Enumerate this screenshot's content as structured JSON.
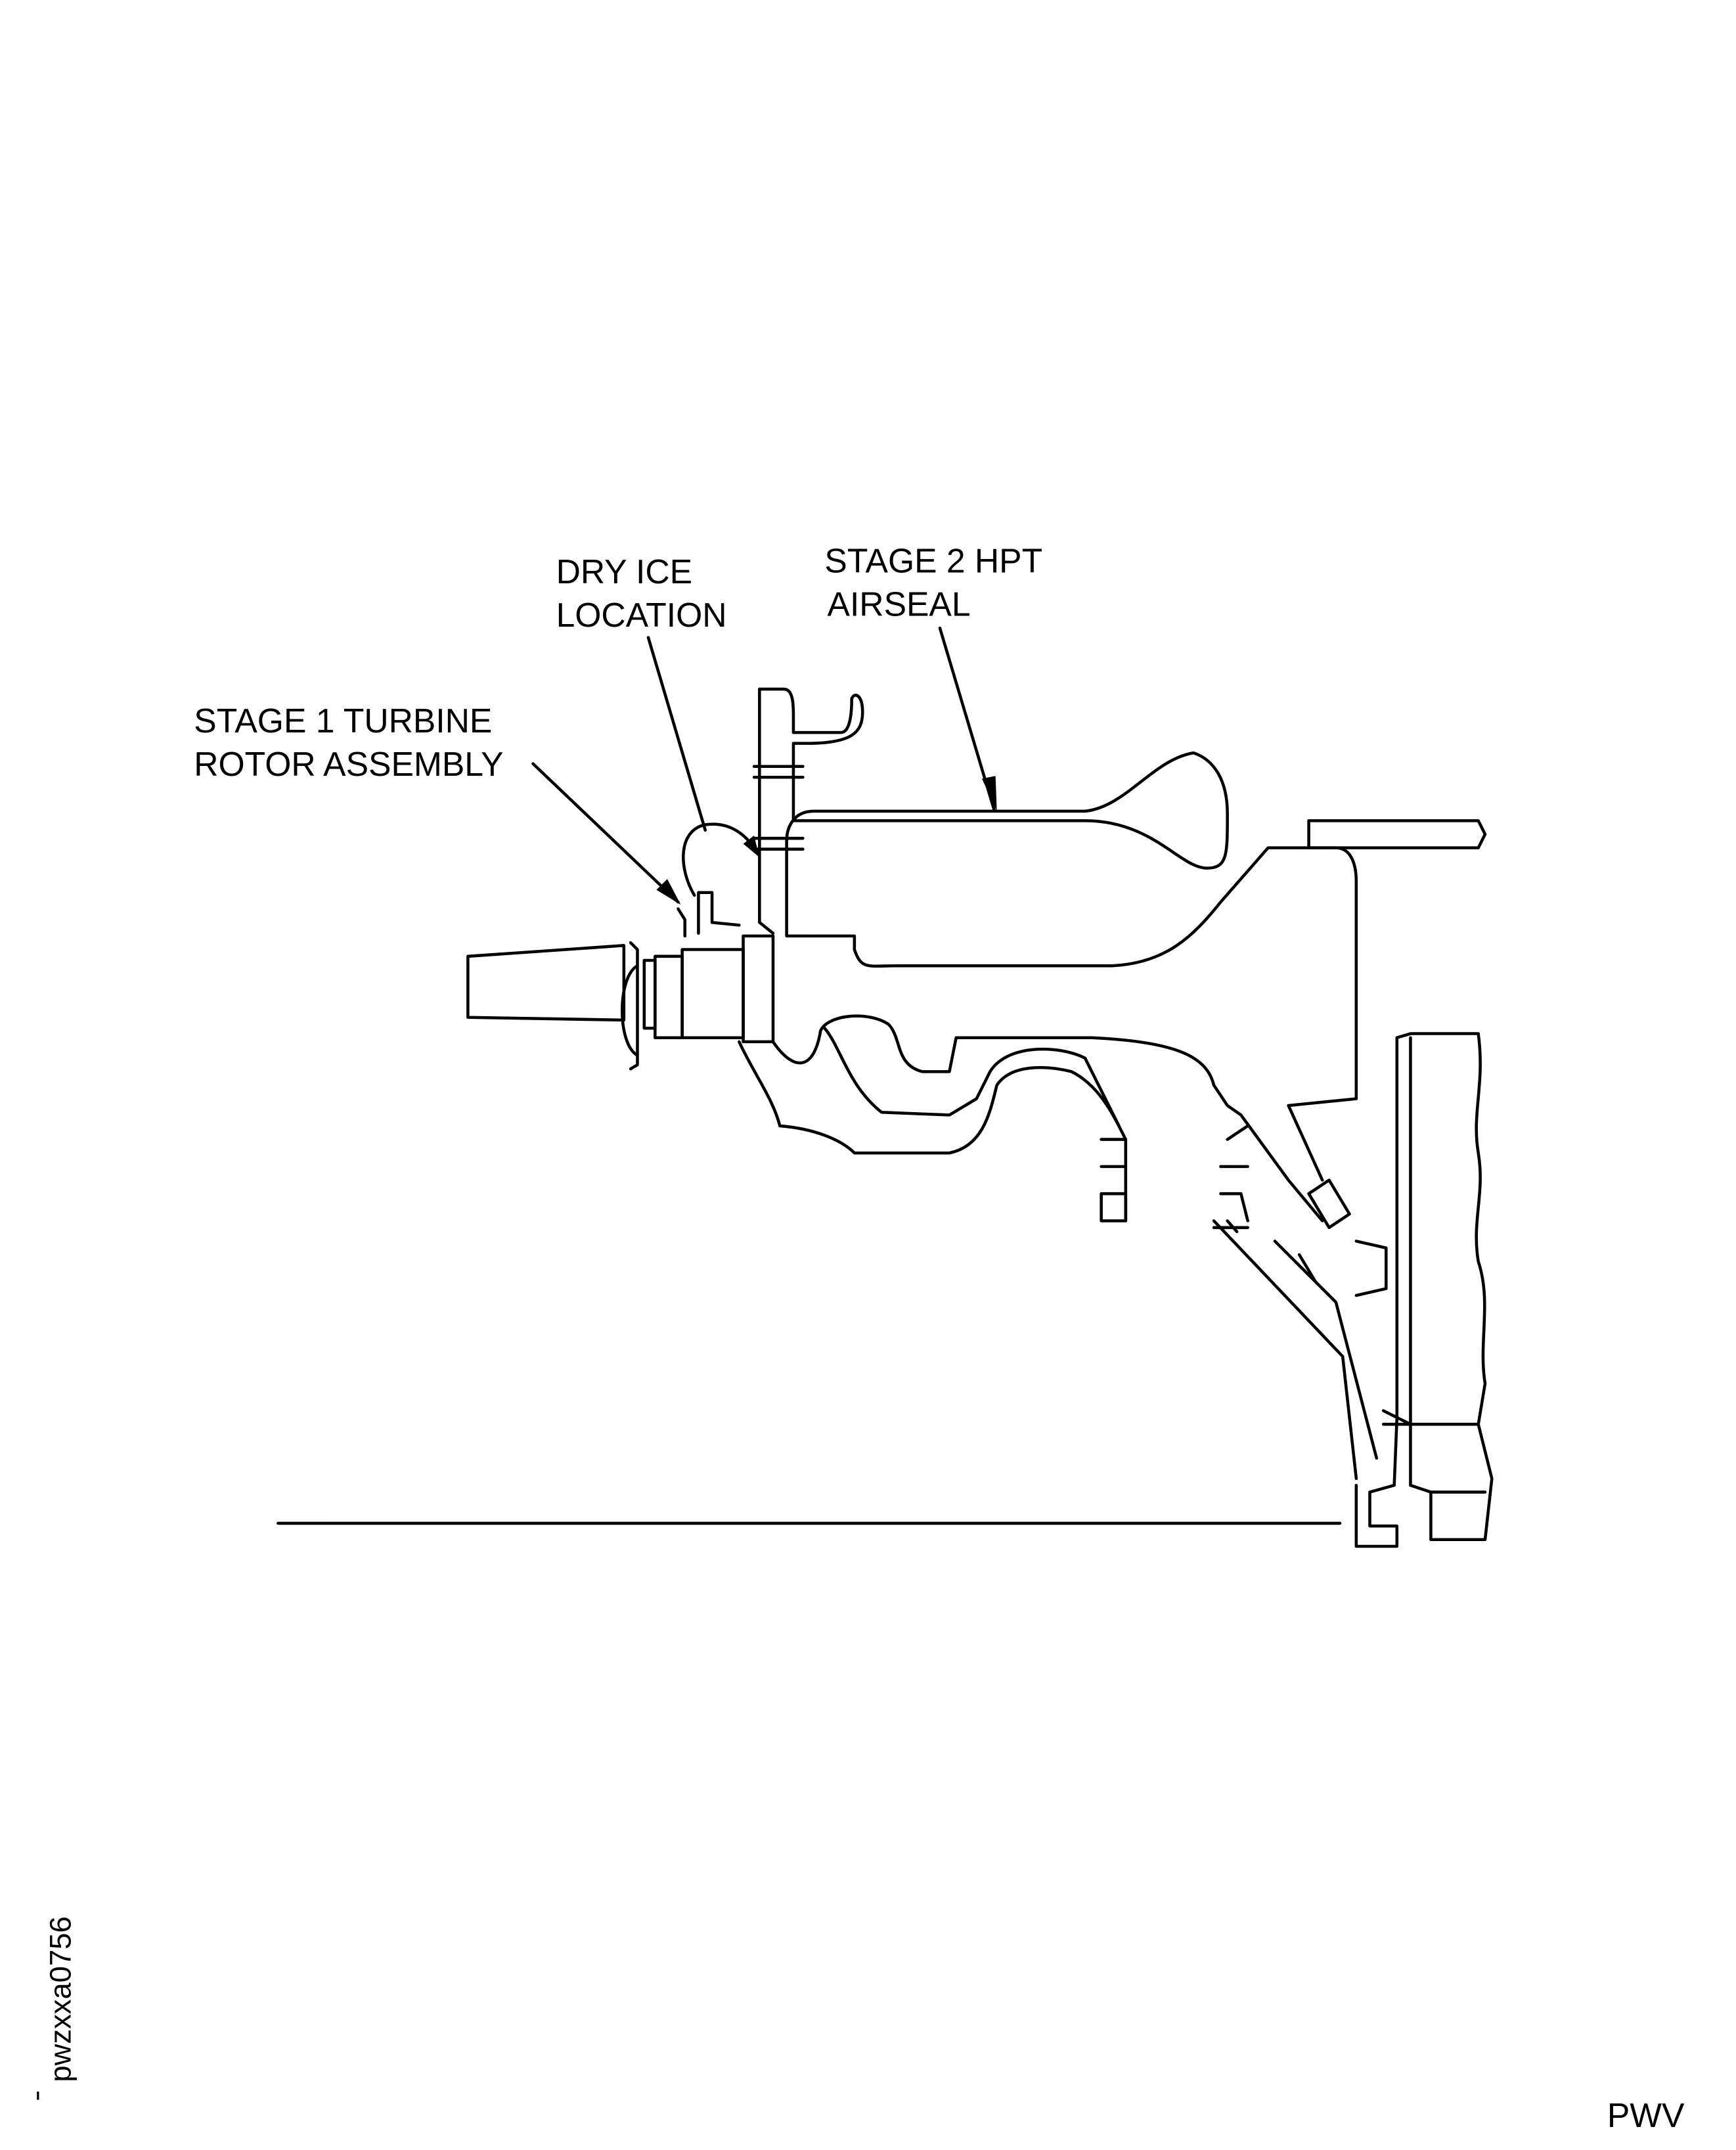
{
  "labels": {
    "dry_ice_line1": "DRY ICE",
    "dry_ice_line2": "LOCATION",
    "stage2_line1": "STAGE 2 HPT",
    "stage2_line2": "AIRSEAL",
    "stage1_line1": "STAGE 1 TURBINE",
    "stage1_line2": "ROTOR ASSEMBLY"
  },
  "figure_id": "pwzxxa0756",
  "corner_code": "PWV"
}
